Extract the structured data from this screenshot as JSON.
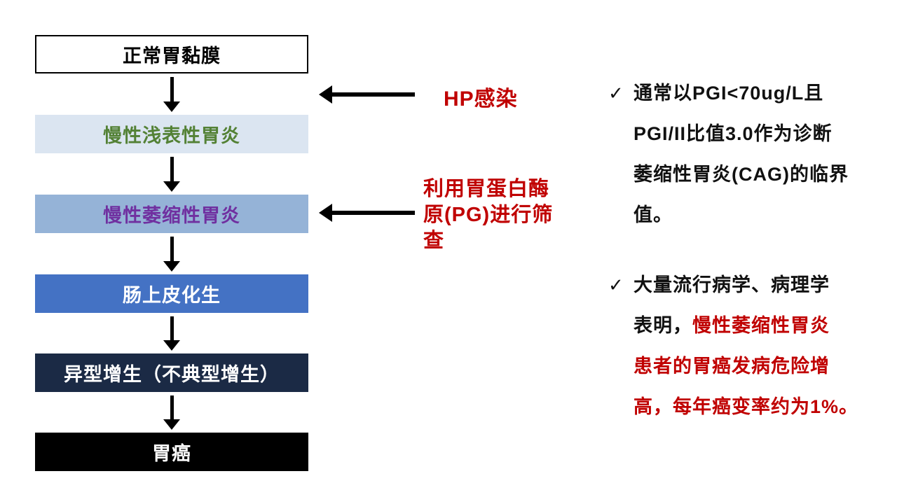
{
  "colors": {
    "red": "#c00000",
    "black": "#111111"
  },
  "flowchart": {
    "stages": [
      {
        "label": "正常胃黏膜",
        "bg": "#ffffff",
        "color": "#000000"
      },
      {
        "label": "慢性浅表性胃炎",
        "bg": "#dbe5f1",
        "color": "#538135"
      },
      {
        "label": "慢性萎缩性胃炎",
        "bg": "#95b3d7",
        "color": "#7030a0"
      },
      {
        "label": "肠上皮化生",
        "bg": "#4472c4",
        "color": "#ffffff"
      },
      {
        "label": "异型增生（不典型增生）",
        "bg": "#1b2a45",
        "color": "#ffffff"
      },
      {
        "label": "胃癌",
        "bg": "#000000",
        "color": "#ffffff"
      }
    ]
  },
  "callouts": {
    "hp": {
      "label": "HP感染"
    },
    "pg": {
      "lines": [
        "利用胃蛋白酶",
        "原(PG)进行筛",
        "查"
      ]
    }
  },
  "icons": {
    "check": "✓"
  },
  "notes": {
    "bullet1": {
      "line1": "通常以PGI<70ug/L且",
      "line2": "PGI/II比值3.0作为诊断",
      "line3": "萎缩性胃炎(CAG)的临界",
      "line4": "值。"
    },
    "bullet2": {
      "line1": "大量流行病学、病理学",
      "line2_black": "表明，",
      "line2_red": "慢性萎缩性胃炎",
      "line3": "患者的胃癌发病危险增",
      "line4": "高，每年癌变率约为1%。"
    }
  }
}
